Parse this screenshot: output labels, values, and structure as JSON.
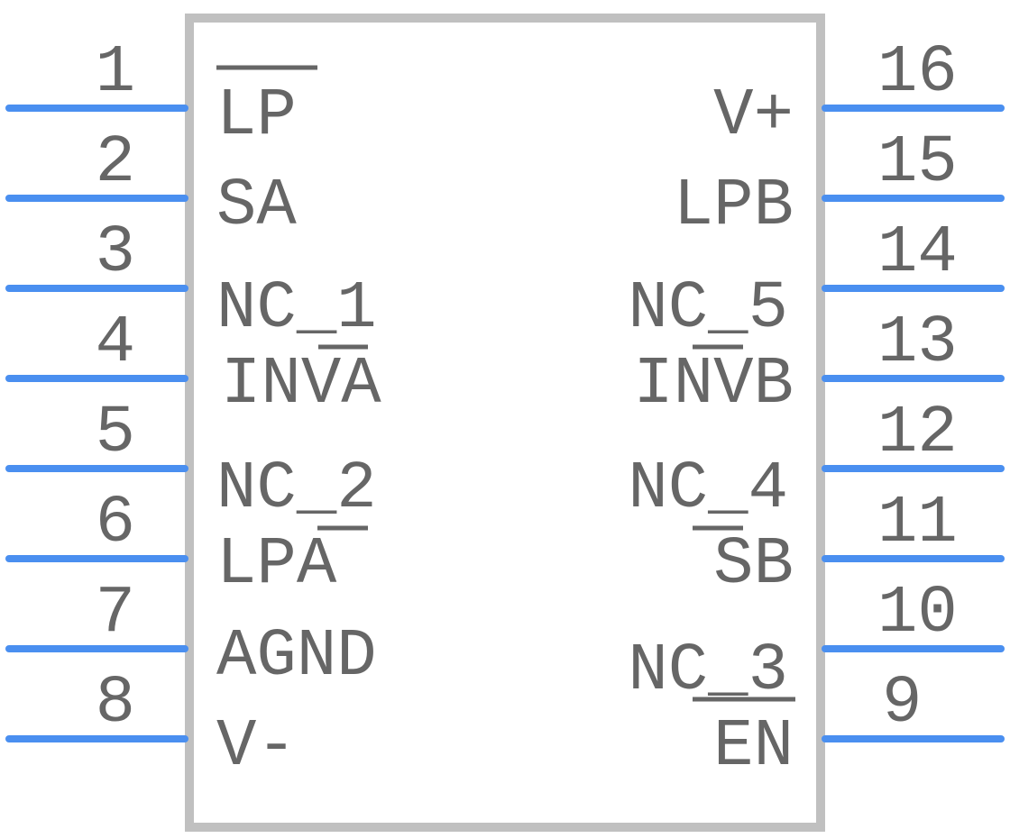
{
  "colors": {
    "pin": "#4a8ff0",
    "body": "#c0c0c0",
    "text": "#666666"
  },
  "left_pins": [
    {
      "number": "1",
      "label": "LP"
    },
    {
      "number": "2",
      "label": "SA"
    },
    {
      "number": "3",
      "label": "NC_1"
    },
    {
      "number": "4",
      "label": "INVA"
    },
    {
      "number": "5",
      "label": "NC_2"
    },
    {
      "number": "6",
      "label": "LPA"
    },
    {
      "number": "7",
      "label": "AGND"
    },
    {
      "number": "8",
      "label": "V-"
    }
  ],
  "right_pins": [
    {
      "number": "16",
      "label": "V+"
    },
    {
      "number": "15",
      "label": "LPB"
    },
    {
      "number": "14",
      "label": "NC_5"
    },
    {
      "number": "13",
      "label": "INVB"
    },
    {
      "number": "12",
      "label": "NC_4"
    },
    {
      "number": "11",
      "label": "SB"
    },
    {
      "number": "10",
      "label": "NC_3"
    },
    {
      "number": "9",
      "label": "EN"
    }
  ]
}
